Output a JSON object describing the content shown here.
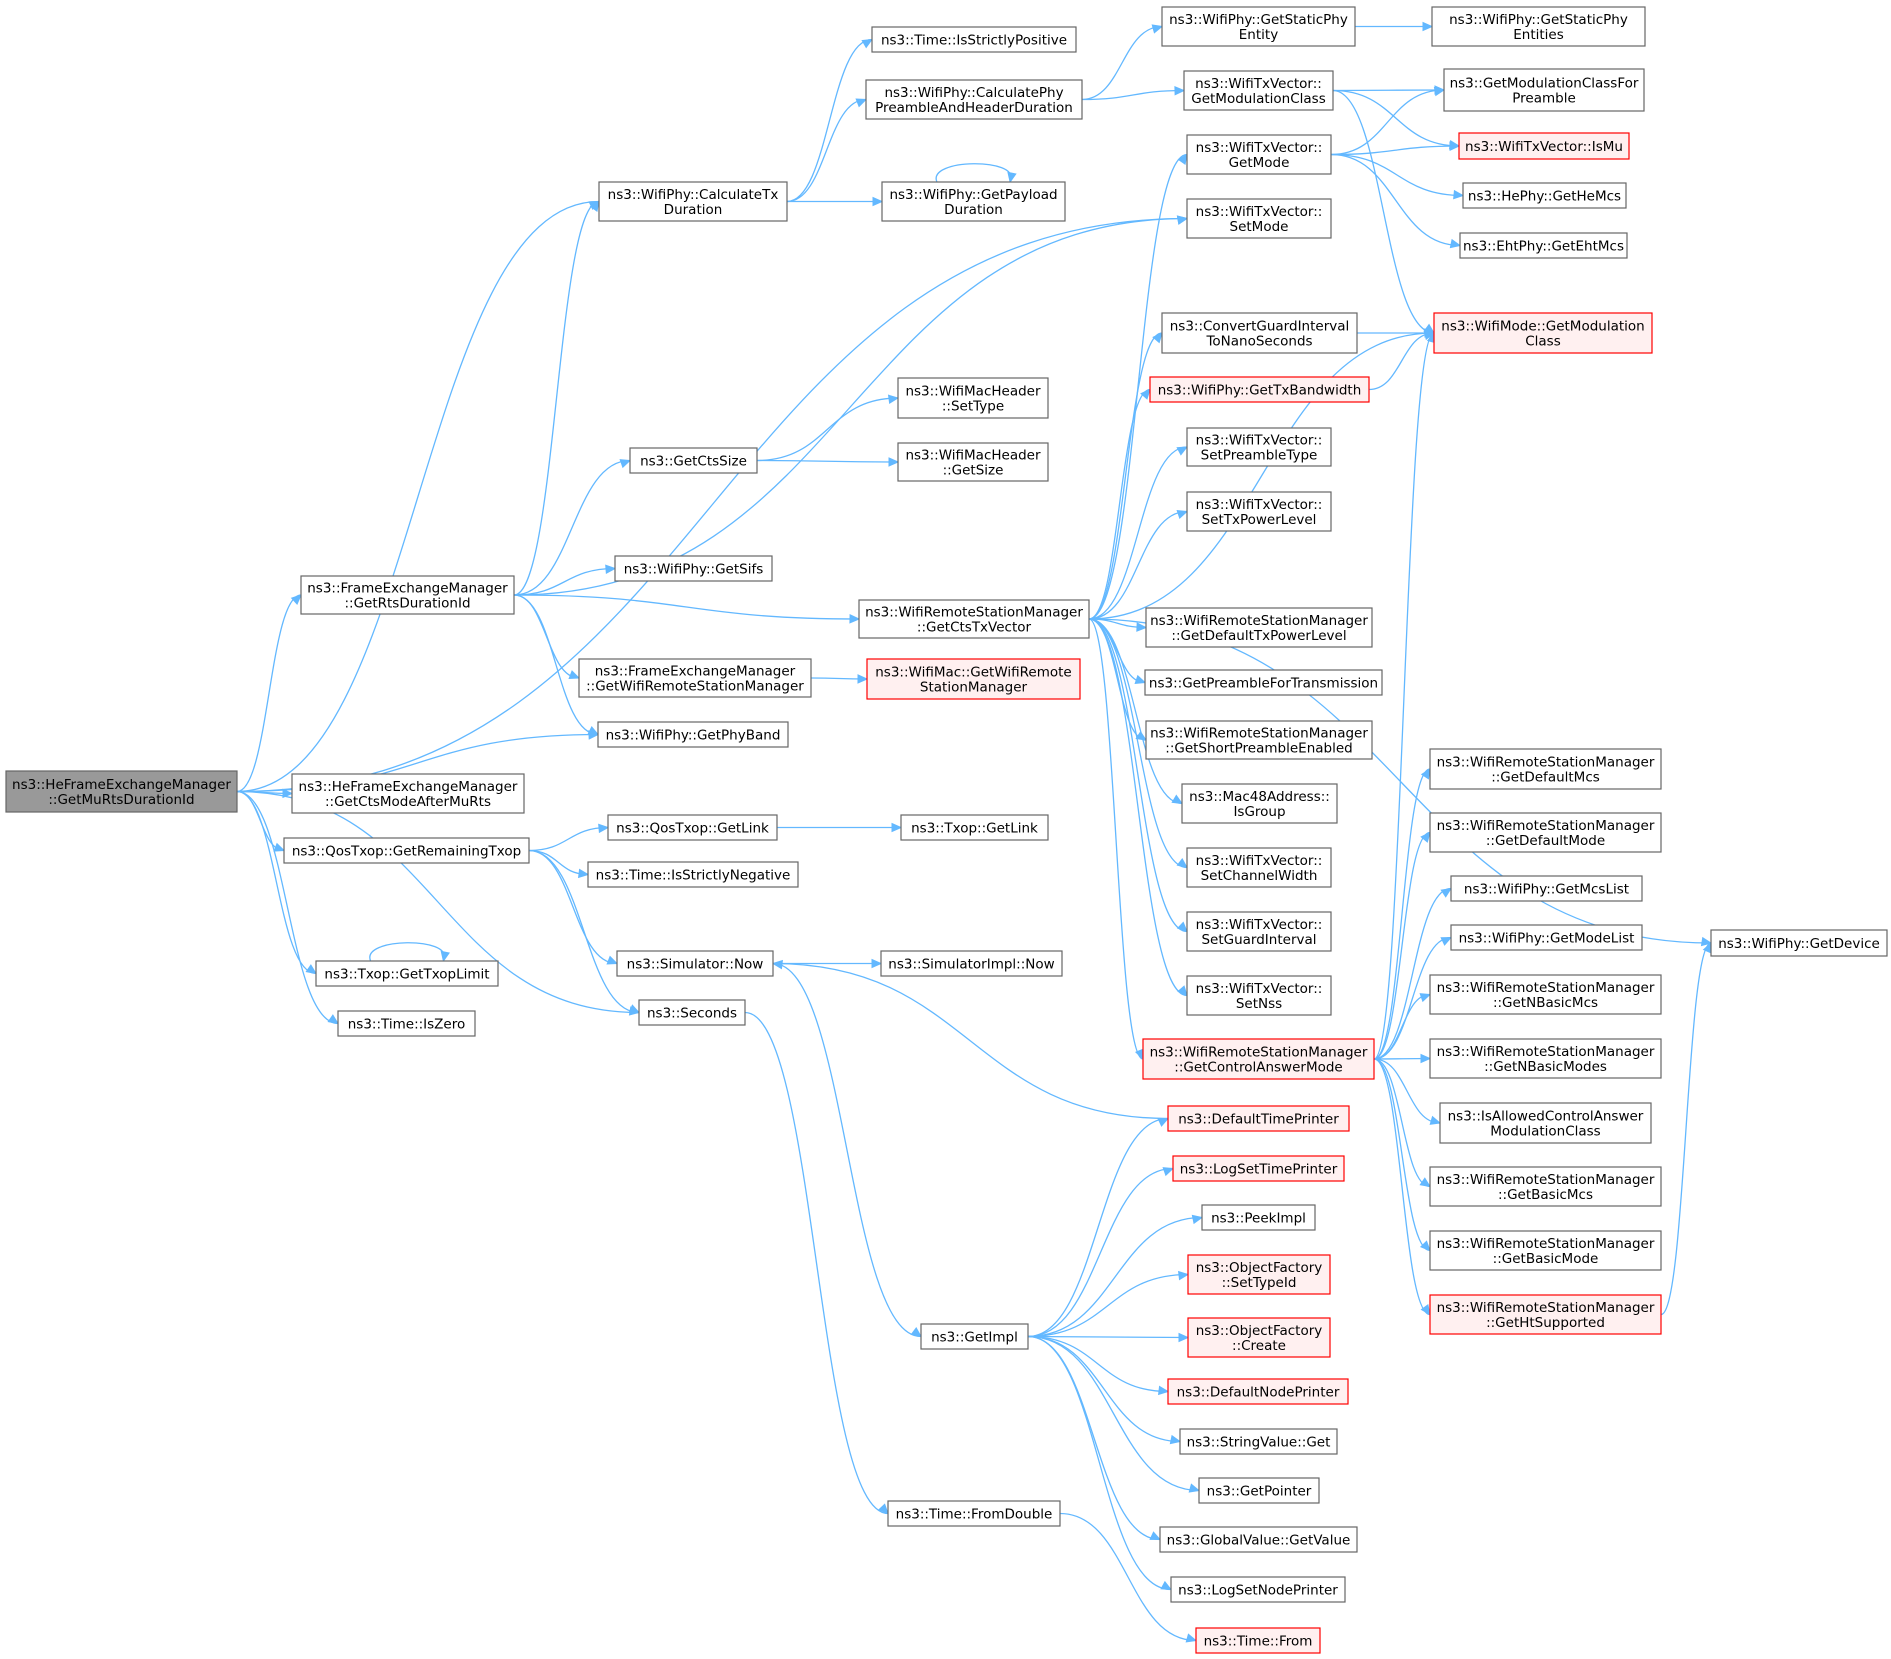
{
  "colors": {
    "edge": "#63b8ff",
    "node_border": "#666666",
    "root_fill": "#999999",
    "truncated_border": "#ff0000",
    "truncated_fill": "#fff0f0"
  },
  "nodes": [
    {
      "id": "root",
      "label": [
        "ns3::HeFrameExchangeManager",
        "::GetMuRtsDurationId"
      ],
      "style": "root"
    },
    {
      "id": "calcTx",
      "label": [
        "ns3::WifiPhy::CalculateTx",
        "Duration"
      ]
    },
    {
      "id": "isStrictPos",
      "label": [
        "ns3::Time::IsStrictlyPositive"
      ]
    },
    {
      "id": "calcPre",
      "label": [
        "ns3::WifiPhy::CalculatePhy",
        "PreambleAndHeaderDuration"
      ]
    },
    {
      "id": "getPayload",
      "label": [
        "ns3::WifiPhy::GetPayload",
        "Duration"
      ]
    },
    {
      "id": "getStaticPhyEnt",
      "label": [
        "ns3::WifiPhy::GetStaticPhy",
        "Entity"
      ]
    },
    {
      "id": "getStaticPhyEnts",
      "label": [
        "ns3::WifiPhy::GetStaticPhy",
        "Entities"
      ]
    },
    {
      "id": "txGetModClass",
      "label": [
        "ns3::WifiTxVector::",
        "GetModulationClass"
      ]
    },
    {
      "id": "getModClassPre",
      "label": [
        "ns3::GetModulationClassFor",
        "Preamble"
      ]
    },
    {
      "id": "txGetMode",
      "label": [
        "ns3::WifiTxVector::",
        "GetMode"
      ]
    },
    {
      "id": "isMu",
      "label": [
        "ns3::WifiTxVector::IsMu"
      ],
      "style": "trunc"
    },
    {
      "id": "heMcs",
      "label": [
        "ns3::HePhy::GetHeMcs"
      ]
    },
    {
      "id": "ehtMcs",
      "label": [
        "ns3::EhtPhy::GetEhtMcs"
      ]
    },
    {
      "id": "txSetMode",
      "label": [
        "ns3::WifiTxVector::",
        "SetMode"
      ]
    },
    {
      "id": "convGI",
      "label": [
        "ns3::ConvertGuardInterval",
        "ToNanoSeconds"
      ]
    },
    {
      "id": "modeGetMod",
      "label": [
        "ns3::WifiMode::GetModulation",
        "Class"
      ],
      "style": "trunc"
    },
    {
      "id": "txBw",
      "label": [
        "ns3::WifiPhy::GetTxBandwidth"
      ],
      "style": "trunc"
    },
    {
      "id": "macSetType",
      "label": [
        "ns3::WifiMacHeader",
        "::SetType"
      ]
    },
    {
      "id": "macGetSize",
      "label": [
        "ns3::WifiMacHeader",
        "::GetSize"
      ]
    },
    {
      "id": "getCtsSize",
      "label": [
        "ns3::GetCtsSize"
      ]
    },
    {
      "id": "setPreType",
      "label": [
        "ns3::WifiTxVector::",
        "SetPreambleType"
      ]
    },
    {
      "id": "setTxPow",
      "label": [
        "ns3::WifiTxVector::",
        "SetTxPowerLevel"
      ]
    },
    {
      "id": "fGetRts",
      "label": [
        "ns3::FrameExchangeManager",
        "::GetRtsDurationId"
      ]
    },
    {
      "id": "getSifs",
      "label": [
        "ns3::WifiPhy::GetSifs"
      ]
    },
    {
      "id": "getCtsTx",
      "label": [
        "ns3::WifiRemoteStationManager",
        "::GetCtsTxVector"
      ]
    },
    {
      "id": "defTxPow",
      "label": [
        "ns3::WifiRemoteStationManager",
        "::GetDefaultTxPowerLevel"
      ]
    },
    {
      "id": "preForTx",
      "label": [
        "ns3::GetPreambleForTransmission"
      ]
    },
    {
      "id": "fGetWrsm",
      "label": [
        "ns3::FrameExchangeManager",
        "::GetWifiRemoteStationManager"
      ]
    },
    {
      "id": "macGetWrsm",
      "label": [
        "ns3::WifiMac::GetWifiRemote",
        "StationManager"
      ],
      "style": "trunc"
    },
    {
      "id": "shortPre",
      "label": [
        "ns3::WifiRemoteStationManager",
        "::GetShortPreambleEnabled"
      ]
    },
    {
      "id": "getPhyBand",
      "label": [
        "ns3::WifiPhy::GetPhyBand"
      ]
    },
    {
      "id": "heCtsMode",
      "label": [
        "ns3::HeFrameExchangeManager",
        "::GetCtsModeAfterMuRts"
      ]
    },
    {
      "id": "defMcs",
      "label": [
        "ns3::WifiRemoteStationManager",
        "::GetDefaultMcs"
      ]
    },
    {
      "id": "isGroup",
      "label": [
        "ns3::Mac48Address::",
        "IsGroup"
      ]
    },
    {
      "id": "defMode",
      "label": [
        "ns3::WifiRemoteStationManager",
        "::GetDefaultMode"
      ]
    },
    {
      "id": "qosLink",
      "label": [
        "ns3::QosTxop::GetLink"
      ]
    },
    {
      "id": "txopLink",
      "label": [
        "ns3::Txop::GetLink"
      ]
    },
    {
      "id": "remTxop",
      "label": [
        "ns3::QosTxop::GetRemainingTxop"
      ]
    },
    {
      "id": "setChW",
      "label": [
        "ns3::WifiTxVector::",
        "SetChannelWidth"
      ]
    },
    {
      "id": "mcsList",
      "label": [
        "ns3::WifiPhy::GetMcsList"
      ]
    },
    {
      "id": "isStrictNeg",
      "label": [
        "ns3::Time::IsStrictlyNegative"
      ]
    },
    {
      "id": "modeList",
      "label": [
        "ns3::WifiPhy::GetModeList"
      ]
    },
    {
      "id": "setGI",
      "label": [
        "ns3::WifiTxVector::",
        "SetGuardInterval"
      ]
    },
    {
      "id": "getDevice",
      "label": [
        "ns3::WifiPhy::GetDevice"
      ]
    },
    {
      "id": "simNow",
      "label": [
        "ns3::Simulator::Now"
      ]
    },
    {
      "id": "simImplNow",
      "label": [
        "ns3::SimulatorImpl::Now"
      ]
    },
    {
      "id": "nBasicMcs",
      "label": [
        "ns3::WifiRemoteStationManager",
        "::GetNBasicMcs"
      ]
    },
    {
      "id": "txopLimit",
      "label": [
        "ns3::Txop::GetTxopLimit"
      ]
    },
    {
      "id": "setNss",
      "label": [
        "ns3::WifiTxVector::",
        "SetNss"
      ]
    },
    {
      "id": "seconds",
      "label": [
        "ns3::Seconds"
      ]
    },
    {
      "id": "isZero",
      "label": [
        "ns3::Time::IsZero"
      ]
    },
    {
      "id": "ctrlAns",
      "label": [
        "ns3::WifiRemoteStationManager",
        "::GetControlAnswerMode"
      ],
      "style": "trunc"
    },
    {
      "id": "nBasicModes",
      "label": [
        "ns3::WifiRemoteStationManager",
        "::GetNBasicModes"
      ]
    },
    {
      "id": "defTimePr",
      "label": [
        "ns3::DefaultTimePrinter"
      ],
      "style": "trunc"
    },
    {
      "id": "isAllowed",
      "label": [
        "ns3::IsAllowedControlAnswer",
        "ModulationClass"
      ]
    },
    {
      "id": "logSetTime",
      "label": [
        "ns3::LogSetTimePrinter"
      ],
      "style": "trunc"
    },
    {
      "id": "basicMcs",
      "label": [
        "ns3::WifiRemoteStationManager",
        "::GetBasicMcs"
      ]
    },
    {
      "id": "peekImpl",
      "label": [
        "ns3::PeekImpl"
      ]
    },
    {
      "id": "basicMode",
      "label": [
        "ns3::WifiRemoteStationManager",
        "::GetBasicMode"
      ]
    },
    {
      "id": "ofSetType",
      "label": [
        "ns3::ObjectFactory",
        "::SetTypeId"
      ],
      "style": "trunc"
    },
    {
      "id": "htSup",
      "label": [
        "ns3::WifiRemoteStationManager",
        "::GetHtSupported"
      ],
      "style": "trunc"
    },
    {
      "id": "getImpl",
      "label": [
        "ns3::GetImpl"
      ]
    },
    {
      "id": "ofCreate",
      "label": [
        "ns3::ObjectFactory",
        "::Create"
      ],
      "style": "trunc"
    },
    {
      "id": "defNodePr",
      "label": [
        "ns3::DefaultNodePrinter"
      ],
      "style": "trunc"
    },
    {
      "id": "strGet",
      "label": [
        "ns3::StringValue::Get"
      ]
    },
    {
      "id": "getPtr",
      "label": [
        "ns3::GetPointer"
      ]
    },
    {
      "id": "gvGet",
      "label": [
        "ns3::GlobalValue::GetValue"
      ]
    },
    {
      "id": "fromDouble",
      "label": [
        "ns3::Time::FromDouble"
      ]
    },
    {
      "id": "logSetNode",
      "label": [
        "ns3::LogSetNodePrinter"
      ]
    },
    {
      "id": "timeFrom",
      "label": [
        "ns3::Time::From"
      ],
      "style": "trunc"
    }
  ],
  "edges": [
    [
      "root",
      "calcTx"
    ],
    [
      "root",
      "txSetMode"
    ],
    [
      "root",
      "fGetRts"
    ],
    [
      "root",
      "getPhyBand"
    ],
    [
      "root",
      "heCtsMode"
    ],
    [
      "root",
      "remTxop"
    ],
    [
      "root",
      "seconds"
    ],
    [
      "root",
      "txopLimit"
    ],
    [
      "root",
      "isZero"
    ],
    [
      "calcTx",
      "isStrictPos"
    ],
    [
      "calcTx",
      "calcPre"
    ],
    [
      "calcTx",
      "getPayload"
    ],
    [
      "getPayload",
      "getPayload"
    ],
    [
      "calcPre",
      "getStaticPhyEnt"
    ],
    [
      "calcPre",
      "txGetModClass"
    ],
    [
      "getStaticPhyEnt",
      "getStaticPhyEnts"
    ],
    [
      "txGetModClass",
      "getModClassPre"
    ],
    [
      "txGetModClass",
      "isMu"
    ],
    [
      "txGetModClass",
      "modeGetMod"
    ],
    [
      "txGetMode",
      "getModClassPre"
    ],
    [
      "txGetMode",
      "isMu"
    ],
    [
      "txGetMode",
      "heMcs"
    ],
    [
      "txGetMode",
      "ehtMcs"
    ],
    [
      "convGI",
      "modeGetMod"
    ],
    [
      "txBw",
      "modeGetMod"
    ],
    [
      "getCtsSize",
      "macSetType"
    ],
    [
      "getCtsSize",
      "macGetSize"
    ],
    [
      "fGetRts",
      "calcTx"
    ],
    [
      "fGetRts",
      "getCtsSize"
    ],
    [
      "fGetRts",
      "txSetMode"
    ],
    [
      "fGetRts",
      "getSifs"
    ],
    [
      "fGetRts",
      "getCtsTx"
    ],
    [
      "fGetRts",
      "fGetWrsm"
    ],
    [
      "fGetRts",
      "getPhyBand"
    ],
    [
      "fGetWrsm",
      "macGetWrsm"
    ],
    [
      "getCtsTx",
      "txGetMode"
    ],
    [
      "getCtsTx",
      "modeGetMod"
    ],
    [
      "getCtsTx",
      "convGI"
    ],
    [
      "getCtsTx",
      "txBw"
    ],
    [
      "getCtsTx",
      "setPreType"
    ],
    [
      "getCtsTx",
      "setTxPow"
    ],
    [
      "getCtsTx",
      "getDevice"
    ],
    [
      "getCtsTx",
      "defTxPow"
    ],
    [
      "getCtsTx",
      "preForTx"
    ],
    [
      "getCtsTx",
      "shortPre"
    ],
    [
      "getCtsTx",
      "isGroup"
    ],
    [
      "getCtsTx",
      "setChW"
    ],
    [
      "getCtsTx",
      "setGI"
    ],
    [
      "getCtsTx",
      "setNss"
    ],
    [
      "getCtsTx",
      "ctrlAns"
    ],
    [
      "ctrlAns",
      "modeGetMod"
    ],
    [
      "ctrlAns",
      "defMcs"
    ],
    [
      "ctrlAns",
      "defMode"
    ],
    [
      "ctrlAns",
      "mcsList"
    ],
    [
      "ctrlAns",
      "modeList"
    ],
    [
      "ctrlAns",
      "nBasicMcs"
    ],
    [
      "ctrlAns",
      "nBasicModes"
    ],
    [
      "ctrlAns",
      "isAllowed"
    ],
    [
      "ctrlAns",
      "basicMcs"
    ],
    [
      "ctrlAns",
      "basicMode"
    ],
    [
      "ctrlAns",
      "htSup"
    ],
    [
      "htSup",
      "getDevice"
    ],
    [
      "remTxop",
      "qosLink"
    ],
    [
      "remTxop",
      "isStrictNeg"
    ],
    [
      "remTxop",
      "simNow"
    ],
    [
      "remTxop",
      "seconds"
    ],
    [
      "qosLink",
      "txopLink"
    ],
    [
      "simNow",
      "simImplNow"
    ],
    [
      "simNow",
      "getImpl"
    ],
    [
      "txopLimit",
      "txopLimit"
    ],
    [
      "seconds",
      "fromDouble"
    ],
    [
      "fromDouble",
      "timeFrom"
    ],
    [
      "defTimePr",
      "simNow"
    ],
    [
      "getImpl",
      "defTimePr"
    ],
    [
      "getImpl",
      "logSetTime"
    ],
    [
      "getImpl",
      "peekImpl"
    ],
    [
      "getImpl",
      "ofSetType"
    ],
    [
      "getImpl",
      "ofCreate"
    ],
    [
      "getImpl",
      "defNodePr"
    ],
    [
      "getImpl",
      "strGet"
    ],
    [
      "getImpl",
      "getPtr"
    ],
    [
      "getImpl",
      "gvGet"
    ],
    [
      "getImpl",
      "logSetNode"
    ]
  ]
}
